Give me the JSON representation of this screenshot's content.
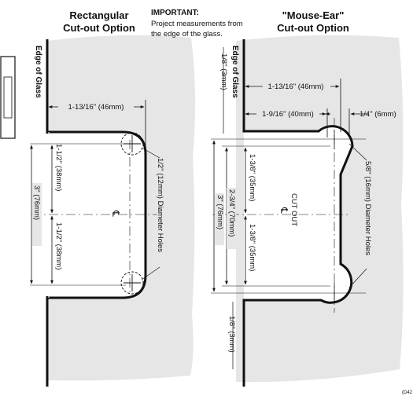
{
  "left": {
    "title_line1": "Rectangular",
    "title_line2": "Cut-out Option",
    "edge_label": "Edge of Glass",
    "width_dim": "1-13/16\" (46mm)",
    "upper_dim": "1-1/2\" (38mm)",
    "lower_dim": "1-1/2\" (38mm)",
    "total_dim": "3\" (76mm)",
    "holes_label": "1/2\" (12mm) Diameter Holes",
    "centerline": "℄"
  },
  "important": {
    "heading": "IMPORTANT:",
    "line1": "Project measurements from",
    "line2": "the edge of the glass."
  },
  "right": {
    "title_line1": "\"Mouse-Ear\"",
    "title_line2": "Cut-out Option",
    "edge_label": "Edge of Glass",
    "top_offset_dim": "1/8\" (3mm)",
    "width_dim": "1-13/16\" (46mm)",
    "inner_width_dim": "1-9/16\" (40mm)",
    "radius_dim": "1/4\" (6mm)",
    "upper_dim": "1-3/8\" (35mm)",
    "lower_dim": "1-3/8\" (35mm)",
    "span_dim": "2-3/4\" (70mm)",
    "total_dim": "3\" (76mm)",
    "bottom_offset_dim": "1/8\" (3mm)",
    "cutout_label": "CUT OUT",
    "centerline": "℄",
    "holes_label": "5/8\" (16mm) Diameter Holes"
  },
  "ref_code": "(D42"
}
